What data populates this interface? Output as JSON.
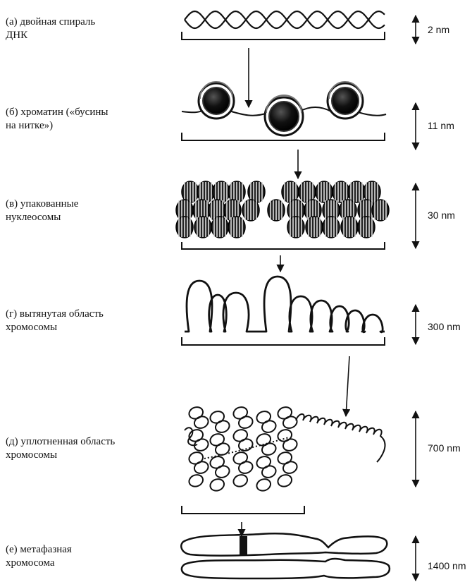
{
  "stages": [
    {
      "key": "a",
      "label": "(а) двойная спираль\nДНК",
      "scale": "2 nm"
    },
    {
      "key": "b",
      "label": "(б) хроматин («бусины\nна нитке»)",
      "scale": "11 nm"
    },
    {
      "key": "v",
      "label": "(в) упакованные\nнуклеосомы",
      "scale": "30 nm"
    },
    {
      "key": "g",
      "label": "(г) вытянутая область\nхромосомы",
      "scale": "300 nm"
    },
    {
      "key": "d",
      "label": "(д) уплотненная область\nхромосомы",
      "scale": "700 nm"
    },
    {
      "key": "e",
      "label": "(е) метафазная\nхромосома",
      "scale": "1400 nm"
    }
  ],
  "icons": [
    "dna-double-helix",
    "nucleosome-bead",
    "packed-nucleosomes",
    "chromatin-loops",
    "condensed-coils",
    "metaphase-chromosome"
  ]
}
